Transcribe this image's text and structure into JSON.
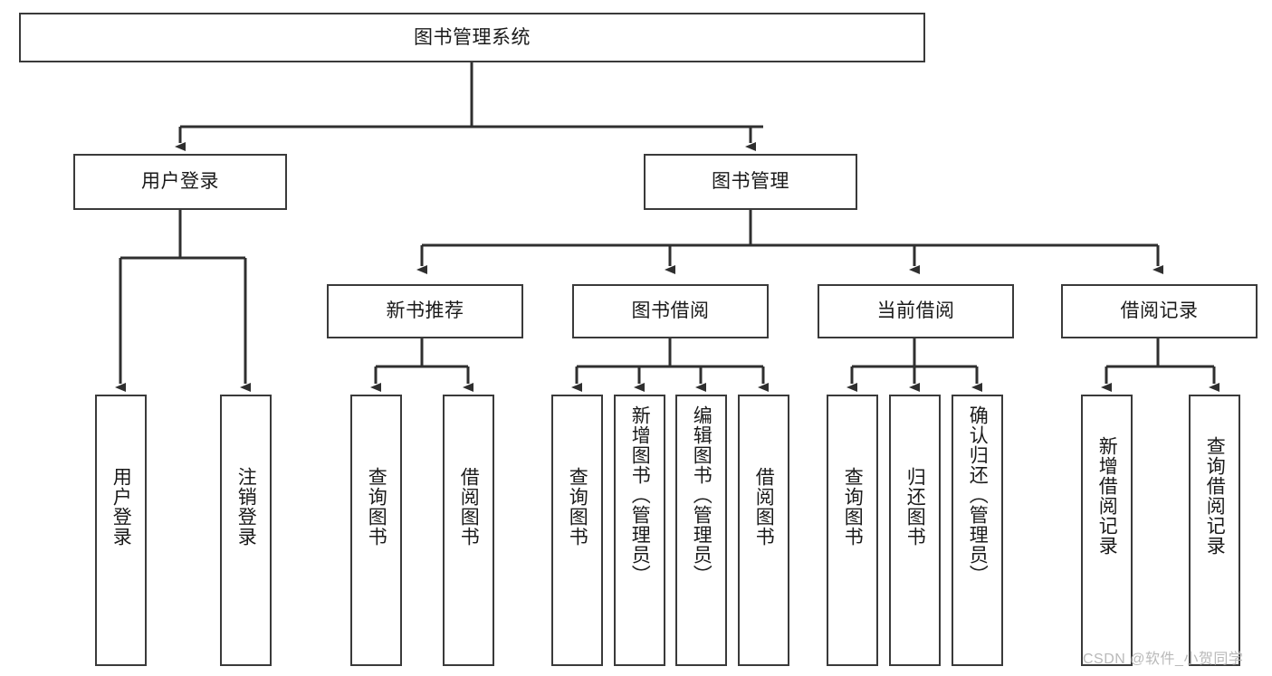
{
  "diagram": {
    "title": "图书管理系统",
    "type": "tree",
    "orientation": "top-down",
    "colors": {
      "box_border": "#3a3a3a",
      "box_fill": "#ffffff",
      "edge": "#2f2f2f",
      "text": "#1a1a1a",
      "watermark": "#b9b9b9",
      "background": "#ffffff"
    },
    "nodes": {
      "root": {
        "label": "图书管理系统",
        "level": 0,
        "text_orientation": "horizontal"
      },
      "level1": [
        {
          "id": "user-login",
          "label": "用户登录",
          "text_orientation": "horizontal"
        },
        {
          "id": "book-management",
          "label": "图书管理",
          "text_orientation": "horizontal"
        }
      ],
      "level2": [
        {
          "id": "new-book-recommend",
          "label": "新书推荐",
          "parent": "book-management",
          "text_orientation": "horizontal"
        },
        {
          "id": "book-borrow",
          "label": "图书借阅",
          "parent": "book-management",
          "text_orientation": "horizontal"
        },
        {
          "id": "current-borrow",
          "label": "当前借阅",
          "parent": "book-management",
          "text_orientation": "horizontal"
        },
        {
          "id": "borrow-record",
          "label": "借阅记录",
          "parent": "book-management",
          "text_orientation": "horizontal"
        }
      ],
      "leaves": [
        {
          "id": "leaf-user-login",
          "label": "用户登录",
          "parent": "user-login",
          "text_orientation": "vertical"
        },
        {
          "id": "leaf-user-logout",
          "label": "注销登录",
          "parent": "user-login",
          "text_orientation": "vertical"
        },
        {
          "id": "leaf-query-book-recommend",
          "label": "查询图书",
          "parent": "new-book-recommend",
          "text_orientation": "vertical"
        },
        {
          "id": "leaf-borrow-book-recommend",
          "label": "借阅图书",
          "parent": "new-book-recommend",
          "text_orientation": "vertical"
        },
        {
          "id": "leaf-query-book-borrow",
          "label": "查询图书",
          "parent": "book-borrow",
          "text_orientation": "vertical"
        },
        {
          "id": "leaf-add-book",
          "label": "新增图书（管理员）",
          "parent": "book-borrow",
          "text_orientation": "vertical"
        },
        {
          "id": "leaf-edit-book",
          "label": "编辑图书（管理员）",
          "parent": "book-borrow",
          "text_orientation": "vertical"
        },
        {
          "id": "leaf-borrow-book",
          "label": "借阅图书",
          "parent": "book-borrow",
          "text_orientation": "vertical"
        },
        {
          "id": "leaf-query-book-current",
          "label": "查询图书",
          "parent": "current-borrow",
          "text_orientation": "vertical"
        },
        {
          "id": "leaf-return-book",
          "label": "归还图书",
          "parent": "current-borrow",
          "text_orientation": "vertical"
        },
        {
          "id": "leaf-confirm-return",
          "label": "确认归还（管理员）",
          "parent": "current-borrow",
          "text_orientation": "vertical"
        },
        {
          "id": "leaf-add-borrow-record",
          "label": "新增借阅记录",
          "parent": "borrow-record",
          "text_orientation": "vertical"
        },
        {
          "id": "leaf-query-borrow-record",
          "label": "查询借阅记录",
          "parent": "borrow-record",
          "text_orientation": "vertical"
        }
      ]
    },
    "watermark": "CSDN @软件_小贺同学"
  }
}
